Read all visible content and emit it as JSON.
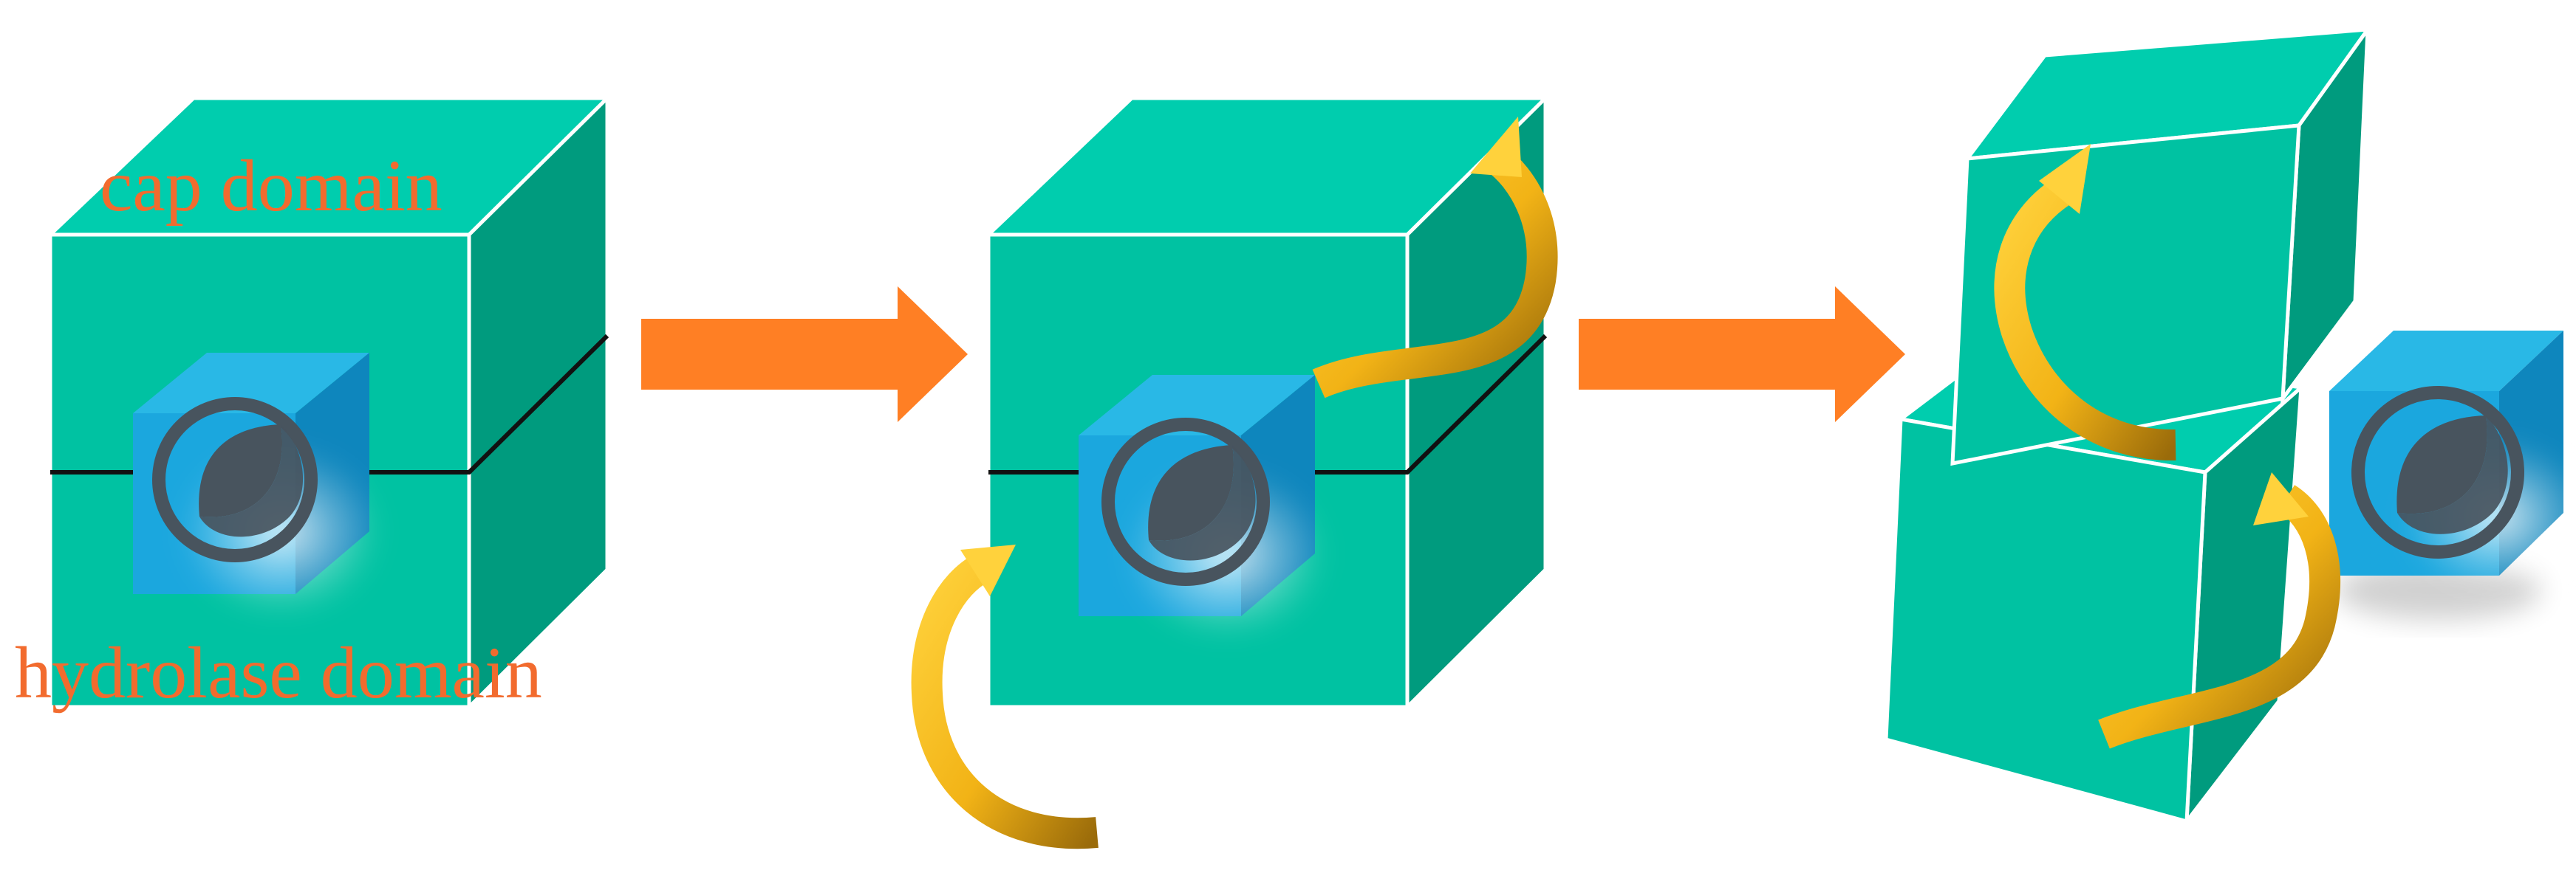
{
  "labels": {
    "cap_domain": "cap domain",
    "hydrolase_domain": "hydrolase domain"
  },
  "colors": {
    "cube_front": "#00c2a2",
    "cube_top": "#00cdae",
    "cube_side": "#009b7e",
    "ligand_front": "#1ba7de",
    "ligand_top": "#29b8e6",
    "ligand_side": "#0e86bd",
    "ligand_symbol": "#48545e",
    "process_arrow": "#ff7f24",
    "motion_arrow": "#f0b419",
    "label_text": "#f26b2e",
    "seam_line": "#111111",
    "edge_line": "#ffffff"
  },
  "panels": [
    {
      "id": "closed-state",
      "description_visible": false
    },
    {
      "id": "opening-state",
      "description_visible": false
    },
    {
      "id": "open-released-state",
      "description_visible": false
    }
  ]
}
